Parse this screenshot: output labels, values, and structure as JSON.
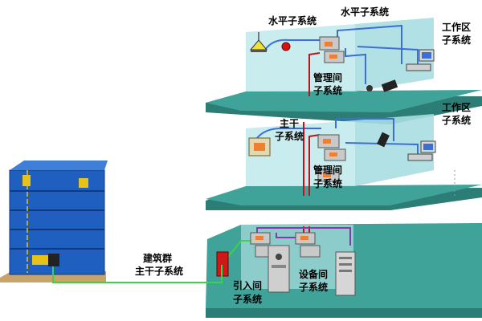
{
  "labels": {
    "horizontal_a": "水平子系统",
    "horizontal_b": "水平子系统",
    "work_area_top_1": "工作区",
    "work_area_top_2": "子系统",
    "work_area_mid_1": "工作区",
    "work_area_mid_2": "子系统",
    "mgmt_top_1": "管理间",
    "mgmt_top_2": "子系统",
    "backbone_1": "主干",
    "backbone_2": "子系统",
    "mgmt_mid_1": "管理间",
    "mgmt_mid_2": "子系统",
    "campus_1": "建筑群",
    "campus_2": "主干子系统",
    "entrance_1": "引入间",
    "entrance_2": "子系统",
    "equipment_1": "设备间",
    "equipment_2": "子系统"
  },
  "colors": {
    "floor_top": "#3fa39a",
    "floor_side": "#2b7d76",
    "wall": "#bfe9ec",
    "building": "#1f5fbf",
    "cable_blue": "#3b6fd6",
    "cable_red": "#c0101a",
    "cable_purple": "#8a3aa8",
    "cable_green": "#39d447"
  },
  "icons": [
    "lamp-icon",
    "alarm-icon",
    "patch-panel-icon",
    "computer-icon",
    "phone-icon",
    "camera-icon",
    "server-rack-icon",
    "fire-box-icon",
    "building-icon"
  ]
}
